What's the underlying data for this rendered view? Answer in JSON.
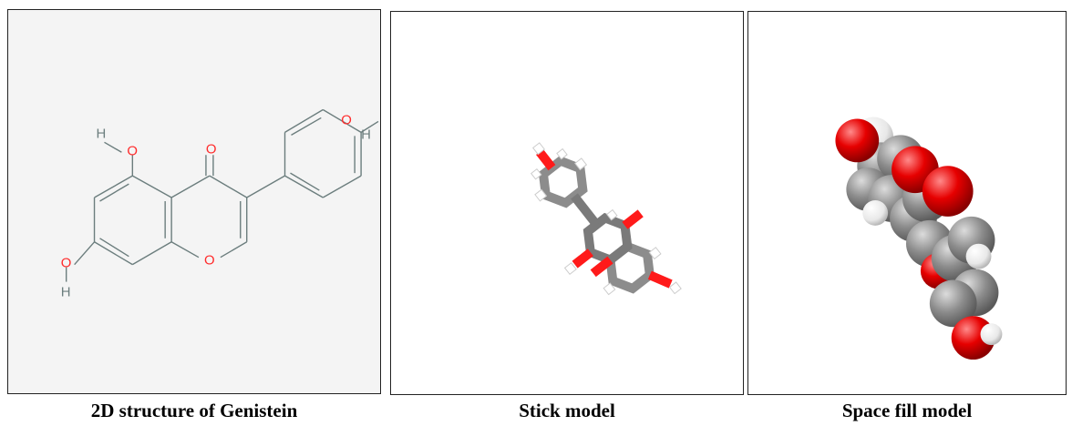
{
  "panels": [
    {
      "id": "structure-2d",
      "caption": "2D structure of Genistein",
      "atoms": {
        "oxygen": "O",
        "hydrogen": "H"
      }
    },
    {
      "id": "stick-model",
      "caption": "Stick model"
    },
    {
      "id": "space-fill-model",
      "caption": "Space fill model"
    }
  ],
  "colors": {
    "bond": "#6b7d7d",
    "oxygen": "#ff2a2a",
    "carbon": "#8c8c8c",
    "hydrogen": "#ffffff",
    "panel_2d_bg": "#f4f4f4"
  }
}
